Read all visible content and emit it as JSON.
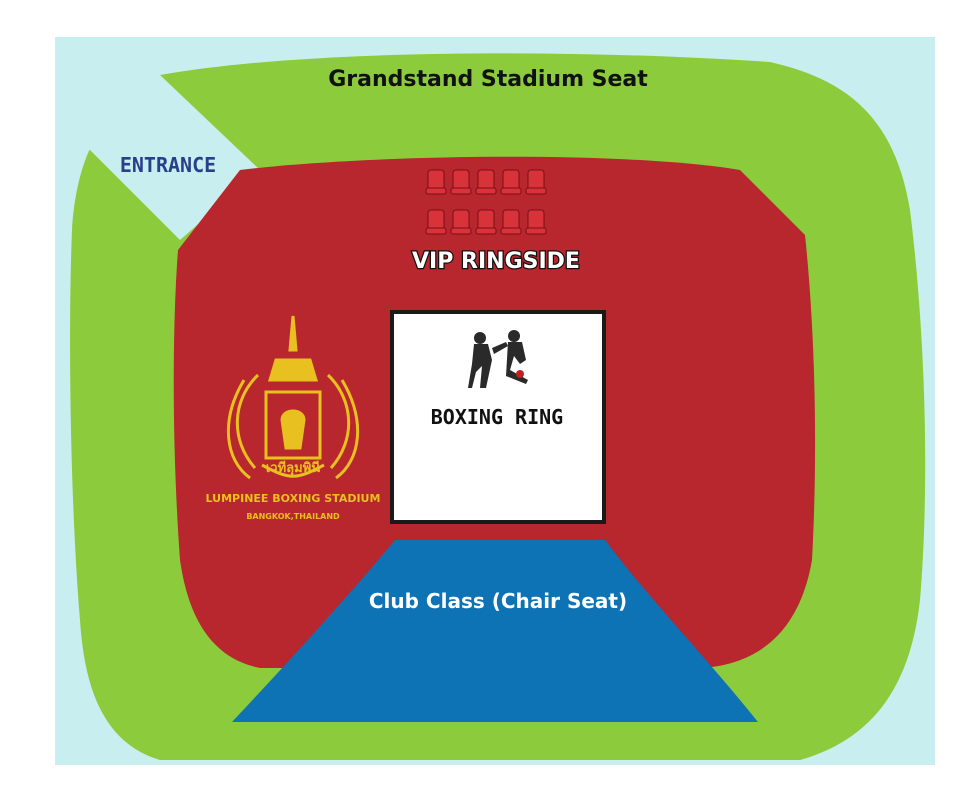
{
  "colors": {
    "background": "#c8eef0",
    "grandstand": "#8ccc3c",
    "ringside": "#b8262e",
    "club_class": "#0e73b5",
    "ring": "#ffffff",
    "gold": "#e8c020"
  },
  "labels": {
    "grandstand": "Grandstand Stadium Seat",
    "entrance": "ENTRANCE",
    "vip": "VIP RINGSIDE",
    "ring": "BOXING RING",
    "club": "Club Class (Chair Seat)",
    "logo_name": "LUMPINEE BOXING STADIUM",
    "logo_city": "BANGKOK,THAILAND",
    "logo_thai": "เวทีลุมพินี"
  },
  "icons": {
    "seats": "seat-icon",
    "boxers": "boxers-icon",
    "emblem": "stadium-emblem-icon"
  }
}
